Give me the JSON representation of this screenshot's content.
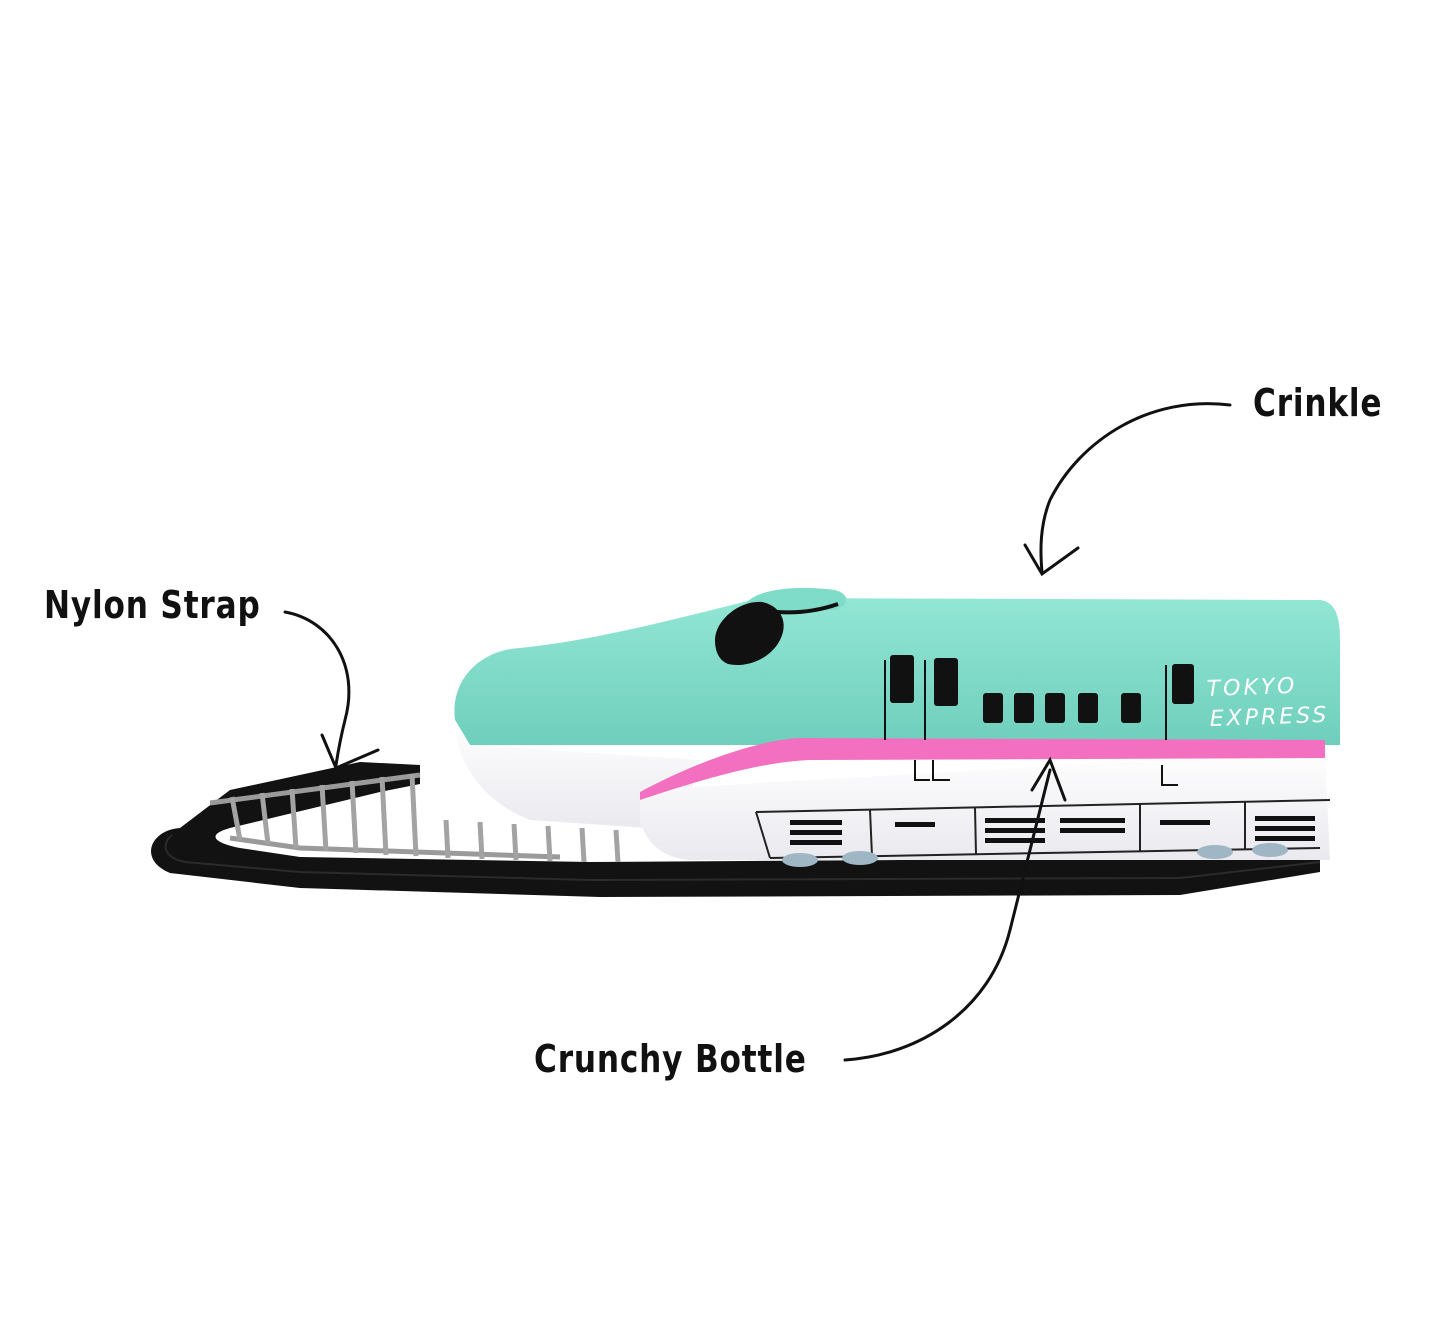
{
  "callouts": {
    "crinkle": "Crinkle",
    "nylon_strap": "Nylon Strap",
    "crunchy_bottle": "Crunchy Bottle"
  },
  "product_print": {
    "line1": "TOKYO",
    "line2": "EXPRESS"
  },
  "colors": {
    "mint": "#7fdcc9",
    "pink": "#f36fbf",
    "strap": "#111111",
    "background": "#ffffff"
  }
}
